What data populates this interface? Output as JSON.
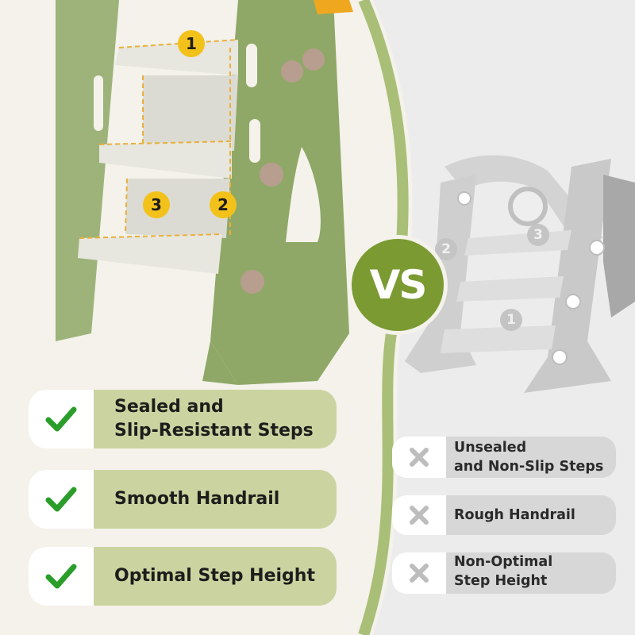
{
  "comparison_divider": {
    "label": "VS"
  },
  "good_product": {
    "step_markers": [
      "1",
      "2",
      "3"
    ],
    "colors": {
      "body": "#8fa867",
      "steps": "#e7e6df",
      "marker": "#f3c21a",
      "pill": "#cbd4a1",
      "check": "#2a9d2a"
    },
    "features": [
      {
        "lines": [
          "Sealed and",
          "Slip-Resistant Steps"
        ],
        "icon": "check-icon"
      },
      {
        "lines": [
          "Smooth Handrail"
        ],
        "icon": "check-icon"
      },
      {
        "lines": [
          "Optimal Step Height"
        ],
        "icon": "check-icon"
      }
    ]
  },
  "other_product": {
    "step_markers": [
      "1",
      "2",
      "3"
    ],
    "colors": {
      "body": "#cfcfcf",
      "pill": "#d7d7d7",
      "cross": "#bdbdbd"
    },
    "features": [
      {
        "lines": [
          "Unsealed",
          "and Non-Slip Steps"
        ],
        "icon": "cross-icon"
      },
      {
        "lines": [
          "Rough Handrail"
        ],
        "icon": "cross-icon"
      },
      {
        "lines": [
          "Non-Optimal",
          "Step Height"
        ],
        "icon": "cross-icon"
      }
    ]
  }
}
